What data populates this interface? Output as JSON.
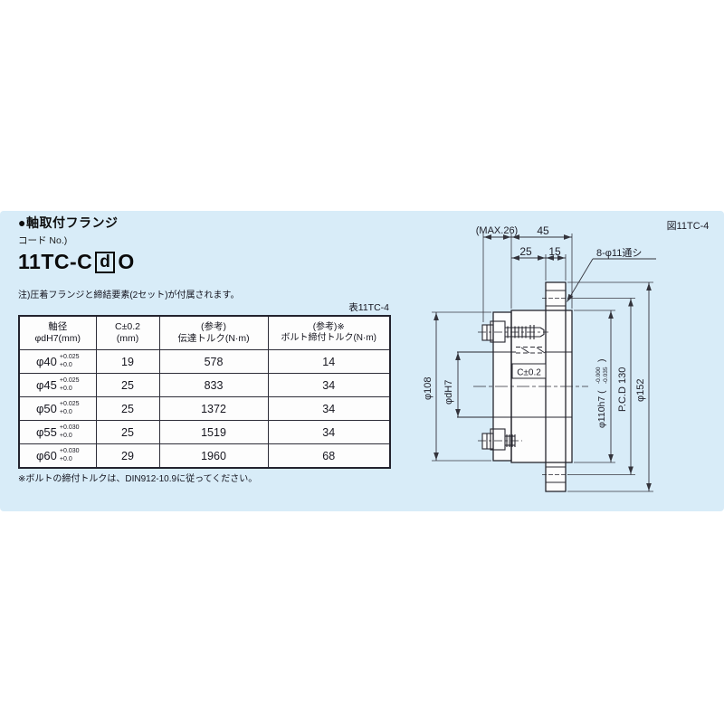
{
  "colors": {
    "band": "#d8ecf8",
    "line": "#2a2a2e",
    "dim_line": "#3a3a42",
    "text": "#16161f"
  },
  "header": {
    "section_title": "●軸取付フランジ",
    "code_label": "コード No.)",
    "model_prefix": "11TC-C",
    "model_box": "d",
    "model_suffix": "O",
    "note": "注)圧着フランジと締結要素(2セット)が付属されます。"
  },
  "table": {
    "caption": "表11TC-4",
    "headers": [
      {
        "line1": "軸径",
        "line2": "φdH7(mm)"
      },
      {
        "line1": "C±0.2",
        "line2": "(mm)"
      },
      {
        "line1": "(参考)",
        "line2": "伝達トルク(N·m)"
      },
      {
        "line1": "(参考)※",
        "line2": "ボルト締付トルク(N·m)"
      }
    ],
    "rows": [
      {
        "dia": "φ40",
        "tol_hi": "+0.025",
        "tol_lo": "+0.0",
        "c": "19",
        "torque": "578",
        "bolt_torque": "14"
      },
      {
        "dia": "φ45",
        "tol_hi": "+0.025",
        "tol_lo": "+0.0",
        "c": "25",
        "torque": "833",
        "bolt_torque": "34"
      },
      {
        "dia": "φ50",
        "tol_hi": "+0.025",
        "tol_lo": "+0.0",
        "c": "25",
        "torque": "1372",
        "bolt_torque": "34"
      },
      {
        "dia": "φ55",
        "tol_hi": "+0.030",
        "tol_lo": "+0.0",
        "c": "25",
        "torque": "1519",
        "bolt_torque": "34"
      },
      {
        "dia": "φ60",
        "tol_hi": "+0.030",
        "tol_lo": "+0.0",
        "c": "29",
        "torque": "1960",
        "bolt_torque": "68"
      }
    ],
    "footnote": "※ボルトの締付トルクは、DIN912-10.9に従ってください。"
  },
  "drawing": {
    "fig_label": "図11TC-4",
    "dim_max26": "(MAX.26)",
    "dim_45": "45",
    "dim_25": "25",
    "dim_15": "15",
    "holes_label": "8-φ11通シ",
    "dim_dia108": "φ108",
    "dim_diad": "φdH7",
    "dim_c": "C±0.2",
    "dim_dia110_main": "φ110h7 (",
    "dim_dia110_tol_hi": "-0.000",
    "dim_dia110_tol_lo": "-0.035",
    "dim_dia110_close": ")",
    "dim_pcd": "P.C.D 130",
    "dim_dia152": "φ152"
  }
}
